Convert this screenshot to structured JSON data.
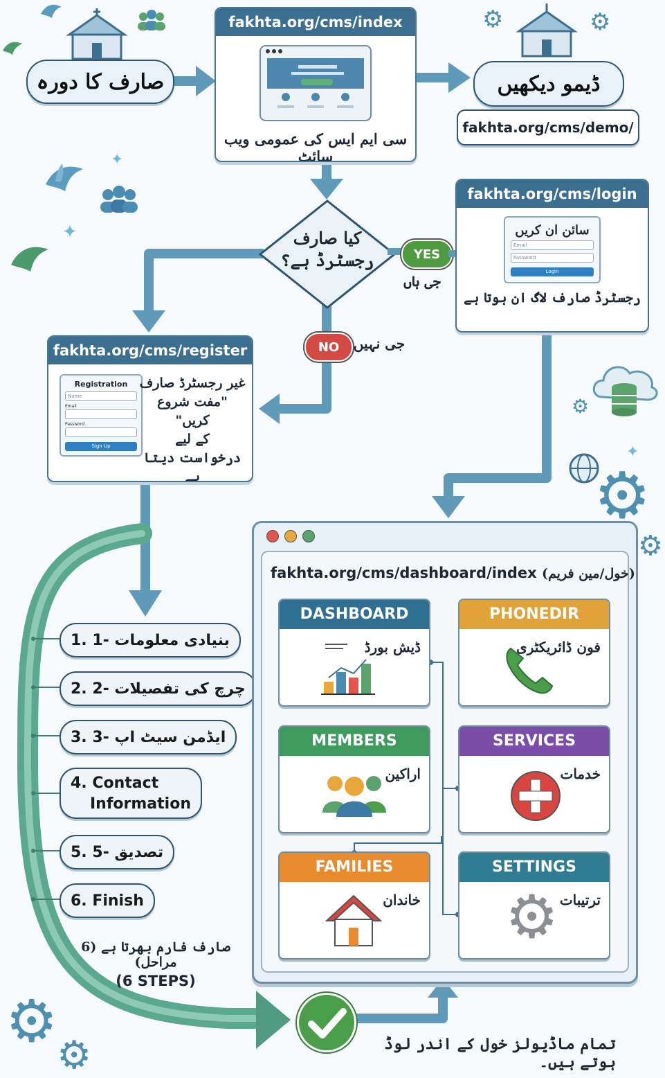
{
  "colors": {
    "primary": "#3c6f8f",
    "arrow": "#5f9ab8",
    "yes": "#4e9a3f",
    "no": "#d24a43",
    "success": "#4a9e4a"
  },
  "visit": {
    "label": "صارف کا دورہ"
  },
  "index_page": {
    "url": "fakhta.org/cms/index",
    "caption": "سی ایم ایس کی عمومی ویب سائٹ"
  },
  "demo": {
    "label": "ڈیمو دیکھیں",
    "url": "fakhta.org/cms/demo/"
  },
  "decision": {
    "line1": "کیا صارف",
    "line2": "رجسٹرڈ ہے؟",
    "yes_label": "YES",
    "yes_urdu": "جی ہاں",
    "no_label": "NO",
    "no_urdu": "جی نہیں"
  },
  "login_page": {
    "url": "fakhta.org/cms/login",
    "form_title": "سائن ان کریں",
    "field1": "Email",
    "field2": "Password",
    "button": "Login",
    "caption": "رجسٹرڈ صارف لاگ ان ہوتا ہے"
  },
  "register_page": {
    "url": "fakhta.org/cms/register",
    "form_title": "Registration",
    "field0": "Name",
    "field1": "Email",
    "field2": "Password",
    "button": "Sign Up",
    "caption_line1": "غیر رجسٹرڈ صارف",
    "caption_line2": "\"مفت شروع کریں\"",
    "caption_line3": "کے لیے",
    "caption_line4": "درخواست دیتا ہے"
  },
  "steps": [
    {
      "label": "1. بنیادی معلومات -1"
    },
    {
      "label": "2. چرچ کی تفصیلات -2"
    },
    {
      "label": "3. ایڈمن سیٹ اپ -3"
    },
    {
      "label_line1": "4. Contact",
      "label_line2": "Information"
    },
    {
      "label": "5. تصدیق -5"
    },
    {
      "label": "6. Finish"
    }
  ],
  "steps_caption": {
    "line1": "صارف فارم بھرتا ہے (6 مراحل)",
    "line2": "(6 STEPS)"
  },
  "dashboard": {
    "url": "fakhta.org/cms/dashboard/index",
    "url_suffix": "(خول/مین فریم)"
  },
  "modules": [
    {
      "title": "DASHBOARD",
      "urdu": "ڈیش بورڈ",
      "color": "#2f6f92",
      "icon": "bar-chart-icon"
    },
    {
      "title": "PHONEDIR",
      "urdu": "فون ڈائریکٹری",
      "color": "#e2a23a",
      "icon": "phone-icon"
    },
    {
      "title": "MEMBERS",
      "urdu": "اراکین",
      "color": "#3f9a5e",
      "icon": "people-icon"
    },
    {
      "title": "SERVICES",
      "urdu": "خدمات",
      "color": "#7a4ea8",
      "icon": "plus-icon"
    },
    {
      "title": "FAMILIES",
      "urdu": "خاندان",
      "color": "#e88a2e",
      "icon": "house-icon"
    },
    {
      "title": "SETTINGS",
      "urdu": "ترتیبات",
      "color": "#2f7c92",
      "icon": "gear-icon"
    }
  ],
  "footer": {
    "text": "تمام ماڈیولز خول کے اندر لوڈ ہوتے ہیں۔"
  }
}
